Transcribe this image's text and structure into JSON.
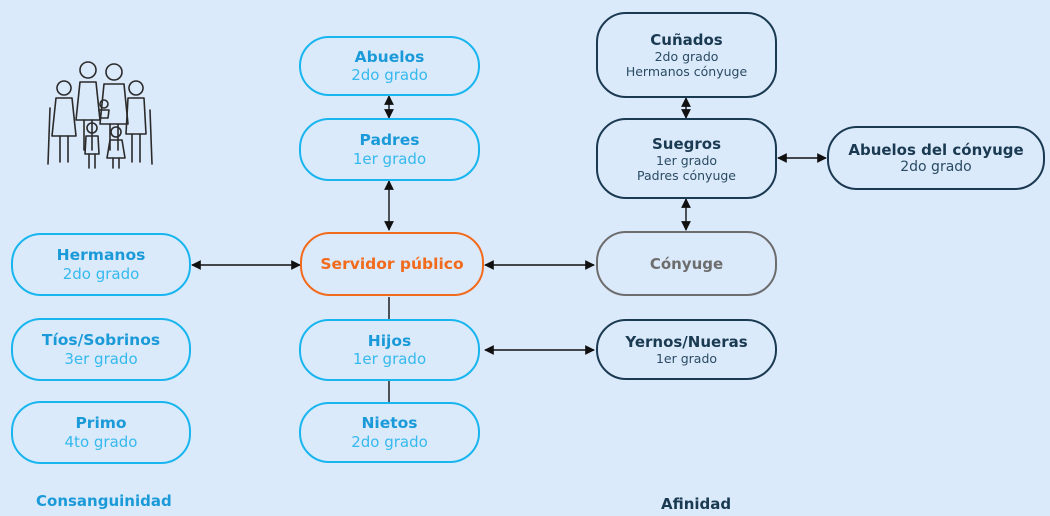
{
  "colors": {
    "background": "#dbeafb",
    "consanguinidad": "#18b5ee",
    "afinidad": "#1a3a52",
    "servidor": "#f26a1b",
    "conyuge": "#6d6d6d",
    "connector": "#111111"
  },
  "icon": "family-group-icon",
  "nodes": {
    "abuelos": {
      "title": "Abuelos",
      "grade": "2do grado"
    },
    "padres": {
      "title": "Padres",
      "grade": "1er grado"
    },
    "servidor": {
      "title": "Servidor público"
    },
    "hijos": {
      "title": "Hijos",
      "grade": "1er grado"
    },
    "nietos": {
      "title": "Nietos",
      "grade": "2do grado"
    },
    "hermanos": {
      "title": "Hermanos",
      "grade": "2do grado"
    },
    "tios_sobrinos": {
      "title": "Tíos/Sobrinos",
      "grade": "3er grado"
    },
    "primo": {
      "title": "Primo",
      "grade": "4to grado"
    },
    "cunados": {
      "title": "Cuñados",
      "grade": "2do grado",
      "sub": "Hermanos cónyuge"
    },
    "suegros": {
      "title": "Suegros",
      "grade": "1er grado",
      "sub": "Padres cónyuge"
    },
    "abuelos_conyuge": {
      "title": "Abuelos del cónyuge",
      "grade": "2do grado"
    },
    "conyuge": {
      "title": "Cónyuge"
    },
    "yernos_nueras": {
      "title": "Yernos/Nueras",
      "grade": "1er grado"
    }
  },
  "captions": {
    "consanguinidad": "Consanguinidad",
    "afinidad": "Afinidad"
  }
}
